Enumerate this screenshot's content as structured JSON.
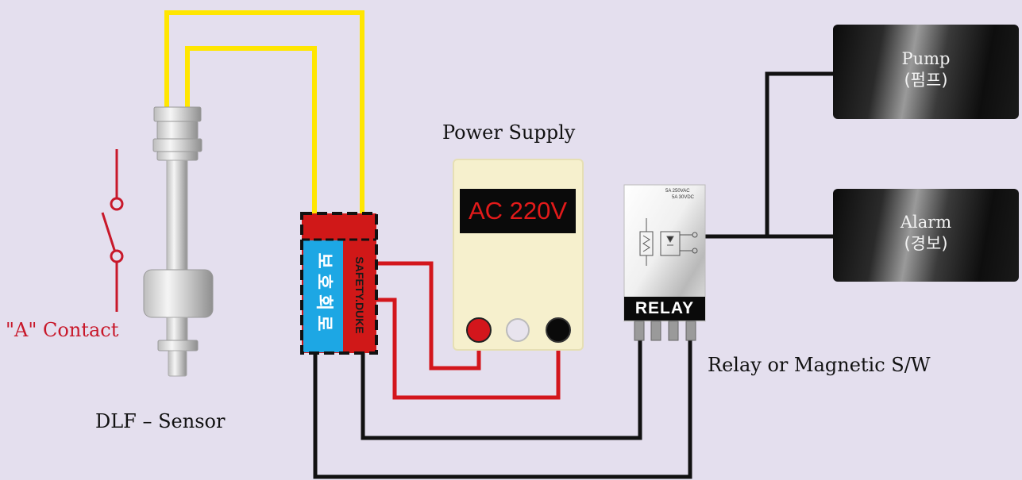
{
  "labels": {
    "power_supply": "Power Supply",
    "voltage": "AC 220V",
    "relay_tag": "RELAY",
    "relay_spec_1": "5A 250VAC",
    "relay_spec_2": "5A 30VDC",
    "relay_caption": "Relay or Magnetic S/W",
    "sensor_caption": "DLF – Sensor",
    "contact": "\"A\" Contact",
    "protect_korean": "보호회로",
    "protect_brand": "SAFETY.DUKE"
  },
  "pump": {
    "line1": "Pump",
    "line2": "(펌프)"
  },
  "alarm": {
    "line1": "Alarm",
    "line2": "(경보)"
  },
  "colors": {
    "background": "#e4dfee",
    "sensor_wire": "#ffe600",
    "power_wire": "#d3161c",
    "signal_wire": "#111111",
    "protect_red": "#d01818",
    "protect_blue": "#1da7e4"
  }
}
